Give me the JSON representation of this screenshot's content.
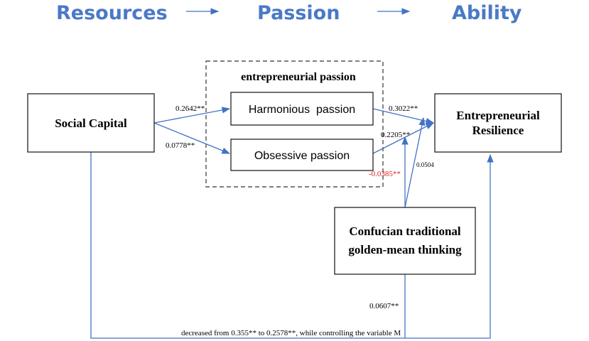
{
  "header": {
    "resources": "Resources",
    "passion": "Passion",
    "ability": "Ability"
  },
  "nodes": {
    "social_capital": "Social Capital",
    "group_title": "entrepreneurial passion",
    "harmonious": "Harmonious  passion",
    "obsessive": "Obsessive passion",
    "resilience_line1": "Entrepreneurial",
    "resilience_line2": "Resilience",
    "moderator_line1": "Confucian traditional",
    "moderator_line2": "golden-mean thinking"
  },
  "paths": {
    "sc_to_hp": "0.2642**",
    "sc_to_op": "0.0778**",
    "hp_to_er": "0.3022**",
    "op_to_er": "0.2205**",
    "mod_op": "-0.0385**",
    "mod_hp": "0.0504",
    "mod_direct": "0.0607**",
    "direct_note": "decreased from 0.355** to 0.2578**, while controlling the variable M"
  },
  "colors": {
    "header": "#4a79c7",
    "arrow": "#4472c4",
    "negative": "#e02020"
  }
}
